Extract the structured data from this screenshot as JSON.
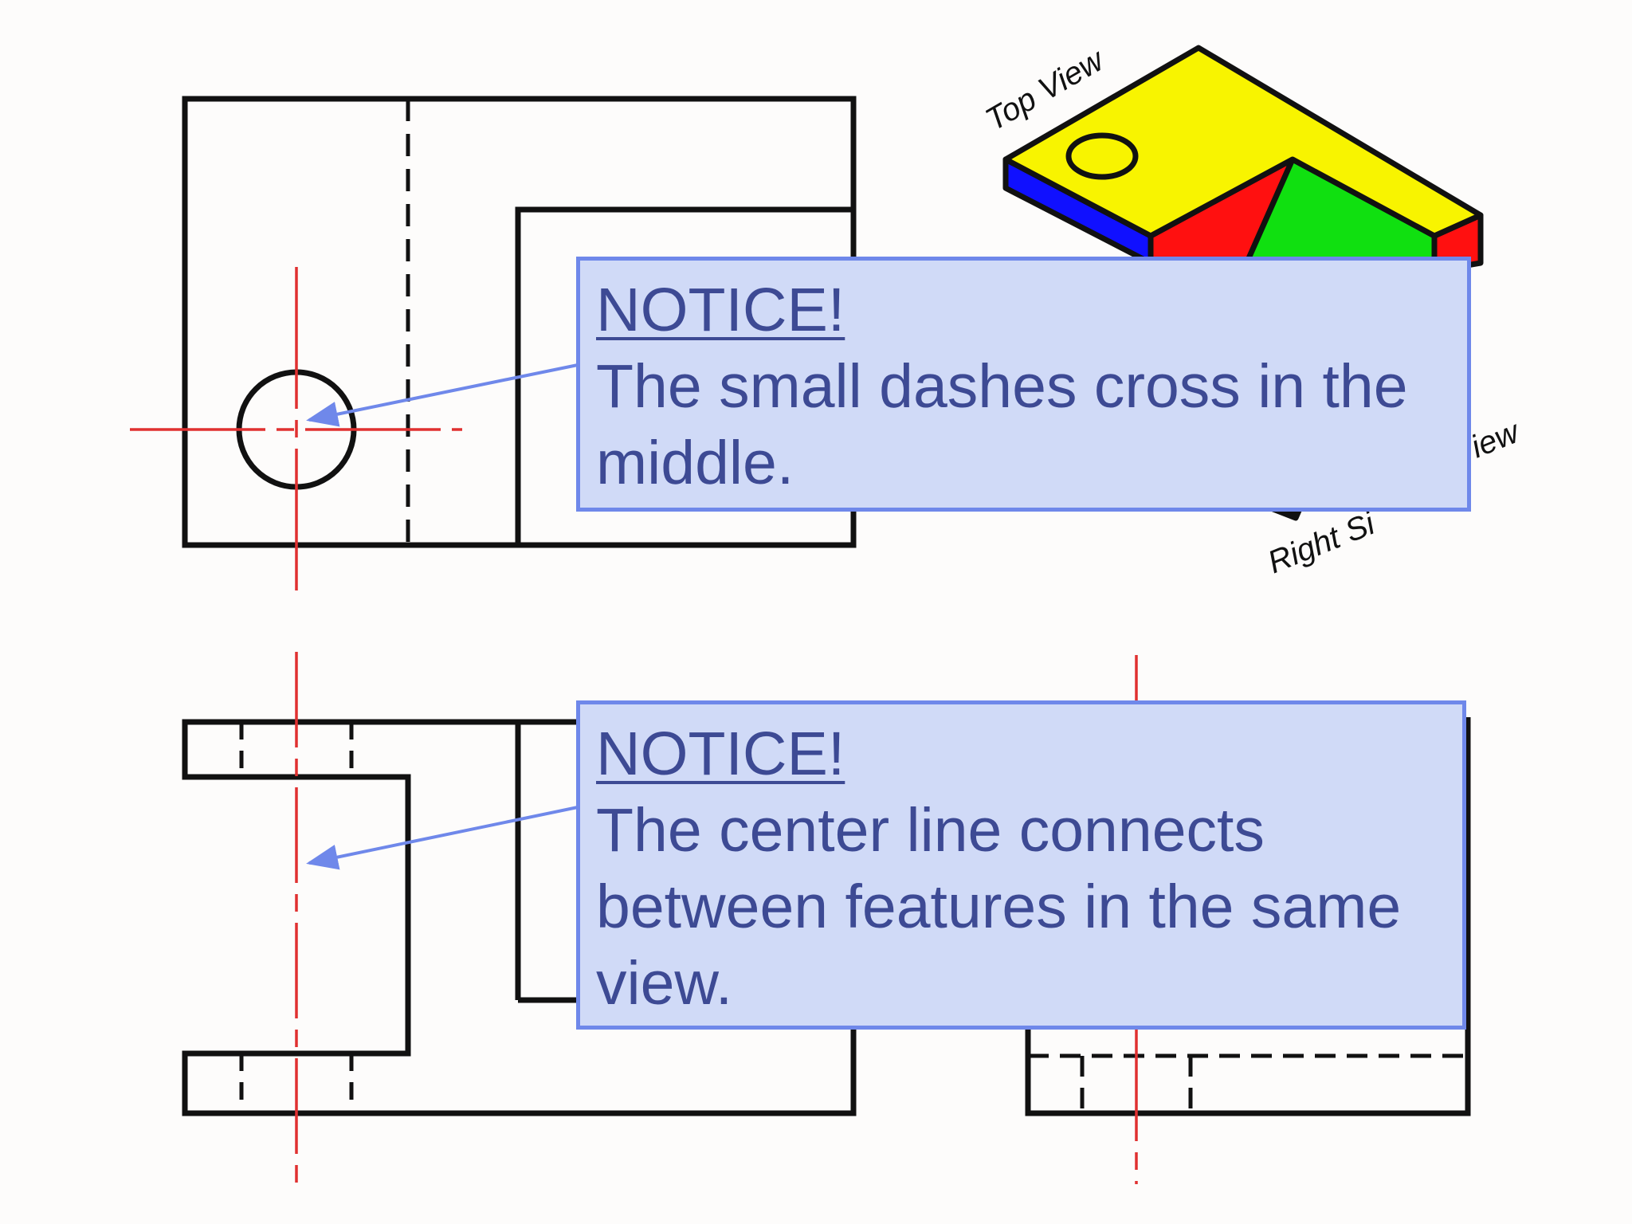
{
  "isometric_labels": {
    "top": "Top View",
    "right_side": "Right Si",
    "right_side_tail": "iew"
  },
  "callouts": [
    {
      "heading": "NOTICE!",
      "text": "The small dashes cross in the middle."
    },
    {
      "heading": "NOTICE!",
      "text": "The center line connects between features in the same view."
    }
  ],
  "colors": {
    "object_line": "#111111",
    "center_line": "#e03030",
    "callout_fill": "#d0daf7",
    "callout_border": "#6f88ea",
    "callout_text": "#3d4a94",
    "arrow": "#6f88ea",
    "iso_top": "#f8f400",
    "iso_front_red": "#ff1010",
    "iso_green": "#10e010",
    "iso_blue": "#1010ff"
  }
}
